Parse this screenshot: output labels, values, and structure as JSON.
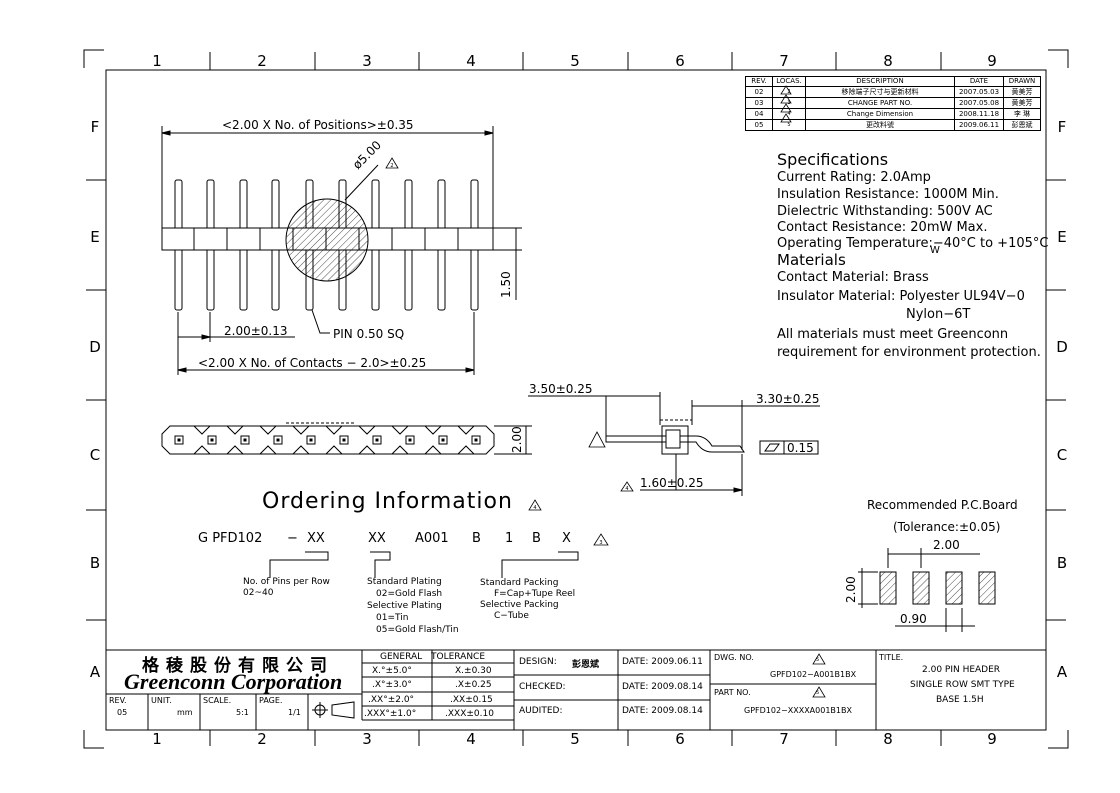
{
  "grid": {
    "columns": [
      "1",
      "2",
      "3",
      "4",
      "5",
      "6",
      "7",
      "8",
      "9"
    ],
    "rows": [
      "F",
      "E",
      "D",
      "C",
      "B",
      "A"
    ]
  },
  "revisions": {
    "headers": [
      "REV.",
      "LOCAS.",
      "DESCRIPTION",
      "DATE",
      "DRAWN"
    ],
    "rows": [
      {
        "rev": "02",
        "loc": "2",
        "desc": "移除端子尺寸与更新材料",
        "date": "2007.05.03",
        "drawn": "黄美芳"
      },
      {
        "rev": "03",
        "loc": "3",
        "desc": "CHANGE PART NO.",
        "date": "2007.05.08",
        "drawn": "黄美芳"
      },
      {
        "rev": "04",
        "loc": "4",
        "desc": "Change Dimension",
        "date": "2008.11.18",
        "drawn": "李 琳"
      },
      {
        "rev": "05",
        "loc": "5",
        "desc": "更改料號",
        "date": "2009.06.11",
        "drawn": "彭恩斌"
      }
    ]
  },
  "specifications": {
    "title": "Specifications",
    "lines": [
      "Current Rating: 2.0Amp",
      "Insulation Resistance: 1000M   Min.",
      "Dielectric Withstanding: 500V AC",
      "Contact Resistance: 20mW Max.",
      "Operating Temperature:−40°C to +105°C"
    ],
    "w_sub": "W"
  },
  "materials": {
    "title": "Materials",
    "lines": [
      "Contact Material: Brass",
      "Insulator Material: Polyester UL94V−0"
    ],
    "nylon": "Nylon−6T",
    "note1": "All materials must meet Greenconn",
    "note2": "requirement for environment protection."
  },
  "top_view": {
    "dim_positions": "<2.00 X No. of Positions>±0.35",
    "dim_diameter": "ø5.00",
    "dim_height": "1.50",
    "dim_pitch": "2.00±0.13",
    "pin_note": "PIN 0.50 SQ",
    "dim_contacts": "<2.00 X No. of Contacts − 2.0>±0.25"
  },
  "side_view": {
    "dim_body": "2.00",
    "dim_left": "3.50±0.25",
    "dim_right": "3.30±0.25",
    "dim_tail": "1.60±0.25",
    "flatness": "0.15"
  },
  "ordering": {
    "title": "Ordering Information",
    "code": [
      "G PFD102",
      "−",
      "XX",
      "XX",
      "A001",
      "B",
      "1",
      "B",
      "X"
    ],
    "pins_label": "No. of Pins per Row",
    "pins_range": "02~40",
    "plating_title": "Standard Plating",
    "plating_1": "02=Gold Flash",
    "selective_title": "Selective Plating",
    "selective_1": "01=Tin",
    "selective_2": "05=Gold Flash/Tin",
    "packing_title": "Standard Packing",
    "packing_1": "F=Cap+Tupe Reel",
    "sel_packing_title": "Selective Packing",
    "sel_packing_1": "C−Tube"
  },
  "pcb": {
    "title": "Recommended P.C.Board",
    "tolerance": "(Tolerance:±0.05)",
    "pitch": "2.00",
    "height": "2.00",
    "width": "0.90"
  },
  "title_block": {
    "company_cn": "格稜股份有限公司",
    "company_en": "Greenconn Corporation",
    "rev_label": "REV.",
    "rev_value": "05",
    "unit_label": "UNIT.",
    "unit_value": "mm",
    "scale_label": "SCALE.",
    "scale_value": "5:1",
    "page_label": "PAGE.",
    "page_value": "1/1",
    "tol_header_a": "GENERAL",
    "tol_header_b": "TOLERANCE",
    "tol_rows": [
      {
        "a": "X.°±5.0°",
        "b": "X.±0.30"
      },
      {
        "a": ".X°±3.0°",
        "b": ".X±0.25"
      },
      {
        "a": ".XX°±2.0°",
        "b": ".XX±0.15"
      },
      {
        "a": ".XXX°±1.0°",
        "b": ".XXX±0.10"
      }
    ],
    "design_label": "DESIGN:",
    "design_value": "彭恩斌",
    "checked_label": "CHECKED:",
    "audited_label": "AUDITED:",
    "date_1": "DATE: 2009.06.11",
    "date_2": "DATE: 2009.08.14",
    "date_3": "DATE: 2009.08.14",
    "dwg_label": "DWG. NO.",
    "dwg_value": "GPFD102−A001B1BX",
    "part_label": "PART NO.",
    "part_value": "GPFD102−XXXXA001B1BX",
    "title_label": "TITLE.",
    "title_1": "2.00 PIN HEADER",
    "title_2": "SINGLE ROW SMT TYPE",
    "title_3": "BASE 1.5H",
    "tri_5": "5"
  }
}
